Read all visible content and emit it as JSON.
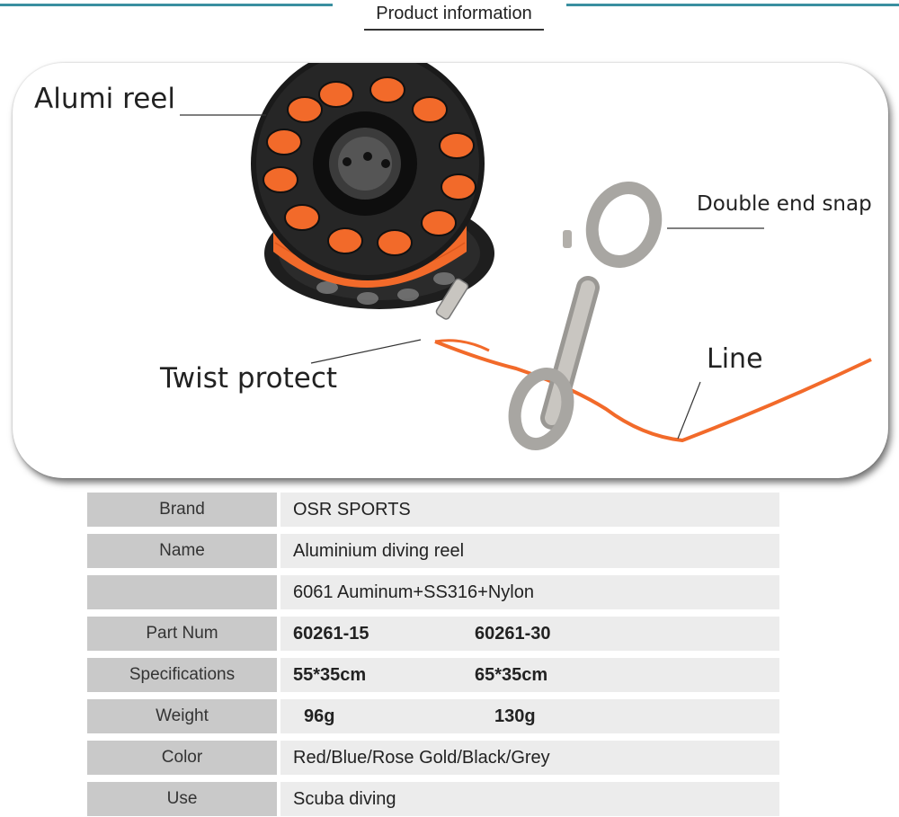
{
  "header": {
    "title": "Product information"
  },
  "callouts": {
    "alumi_reel": "Alumi reel",
    "double_end_snap": "Double end snap",
    "line": "Line",
    "twist_protect": "Twist protect"
  },
  "colors": {
    "accent": "#3a8fa0",
    "line_orange": "#f26a2a",
    "label_cell": "#c9c9c9",
    "value_cell": "#ececec"
  },
  "specs": [
    {
      "label": "Brand",
      "value": "OSR SPORTS",
      "value2": ""
    },
    {
      "label": "Name",
      "value": "Aluminium diving reel",
      "value2": ""
    },
    {
      "label": "",
      "value": "6061 Auminum+SS316+Nylon",
      "value2": ""
    },
    {
      "label": "Part Num",
      "value": "60261-15",
      "value2": "60261-30"
    },
    {
      "label": "Specifications",
      "value": "55*35cm",
      "value2": "65*35cm"
    },
    {
      "label": "Weight",
      "value": "96g",
      "value2": "130g"
    },
    {
      "label": "Color",
      "value": "Red/Blue/Rose Gold/Black/Grey",
      "value2": ""
    },
    {
      "label": "Use",
      "value": "Scuba diving",
      "value2": ""
    }
  ]
}
